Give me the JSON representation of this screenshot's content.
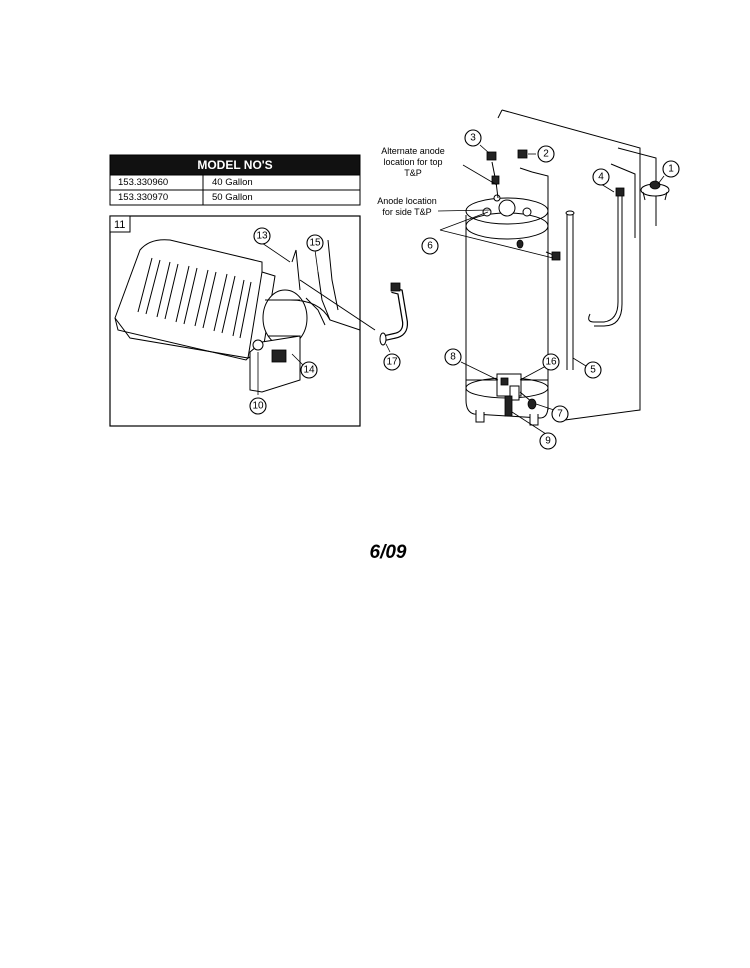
{
  "table": {
    "header": "MODEL NO'S",
    "rows": [
      {
        "model": "153.330960",
        "capacity": "40 Gallon"
      },
      {
        "model": "153.330970",
        "capacity": "50 Gallon"
      }
    ]
  },
  "inset": {
    "number": "11"
  },
  "notes": {
    "alternate_anode": [
      "Alternate anode",
      "location for top",
      "T&P"
    ],
    "anode_side": [
      "Anode location",
      "for side T&P"
    ]
  },
  "callouts": {
    "c1": "1",
    "c2": "2",
    "c3": "3",
    "c4": "4",
    "c5": "5",
    "c6": "6",
    "c7": "7",
    "c8": "8",
    "c9": "9",
    "c10": "10",
    "c13": "13",
    "c14": "14",
    "c15": "15",
    "c16": "16",
    "c17": "17"
  },
  "footer": {
    "date": "6/09"
  }
}
